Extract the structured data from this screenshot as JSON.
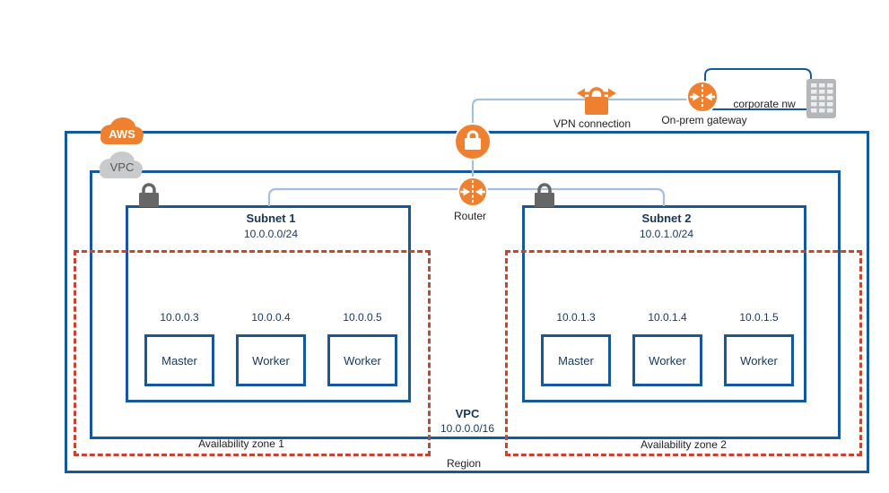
{
  "diagram": {
    "aws_cloud_label": "AWS",
    "vpc_cloud_label": "VPC",
    "router_label": "Router",
    "region_label": "Region",
    "external": {
      "vpn_connection_label": "VPN connection",
      "onprem_gateway_label": "On-prem gateway",
      "corporate_network_label": "corporate nw"
    },
    "vpc_box": {
      "title": "VPC",
      "cidr": "10.0.0.0/16"
    },
    "availability_zones": [
      {
        "label": "Availability zone 1"
      },
      {
        "label": "Availability zone 2"
      }
    ],
    "subnets": [
      {
        "title": "Subnet 1",
        "cidr": "10.0.0.0/24",
        "instances": [
          {
            "ip": "10.0.0.3",
            "role": "Master"
          },
          {
            "ip": "10.0.0.4",
            "role": "Worker"
          },
          {
            "ip": "10.0.0.5",
            "role": "Worker"
          }
        ]
      },
      {
        "title": "Subnet 2",
        "cidr": "10.0.1.0/24",
        "instances": [
          {
            "ip": "10.0.1.3",
            "role": "Master"
          },
          {
            "ip": "10.0.1.4",
            "role": "Worker"
          },
          {
            "ip": "10.0.1.5",
            "role": "Worker"
          }
        ]
      }
    ],
    "colors": {
      "accent_orange": "#EE8030",
      "border_blue": "#14599B",
      "connector_blue": "#A3C1DE",
      "az_dashed_red": "#C7452E",
      "cloud_gray": "#C9CACC",
      "lock_gray": "#666666",
      "building_gray": "#B4B7BA",
      "title_navy": "#17375D"
    }
  }
}
